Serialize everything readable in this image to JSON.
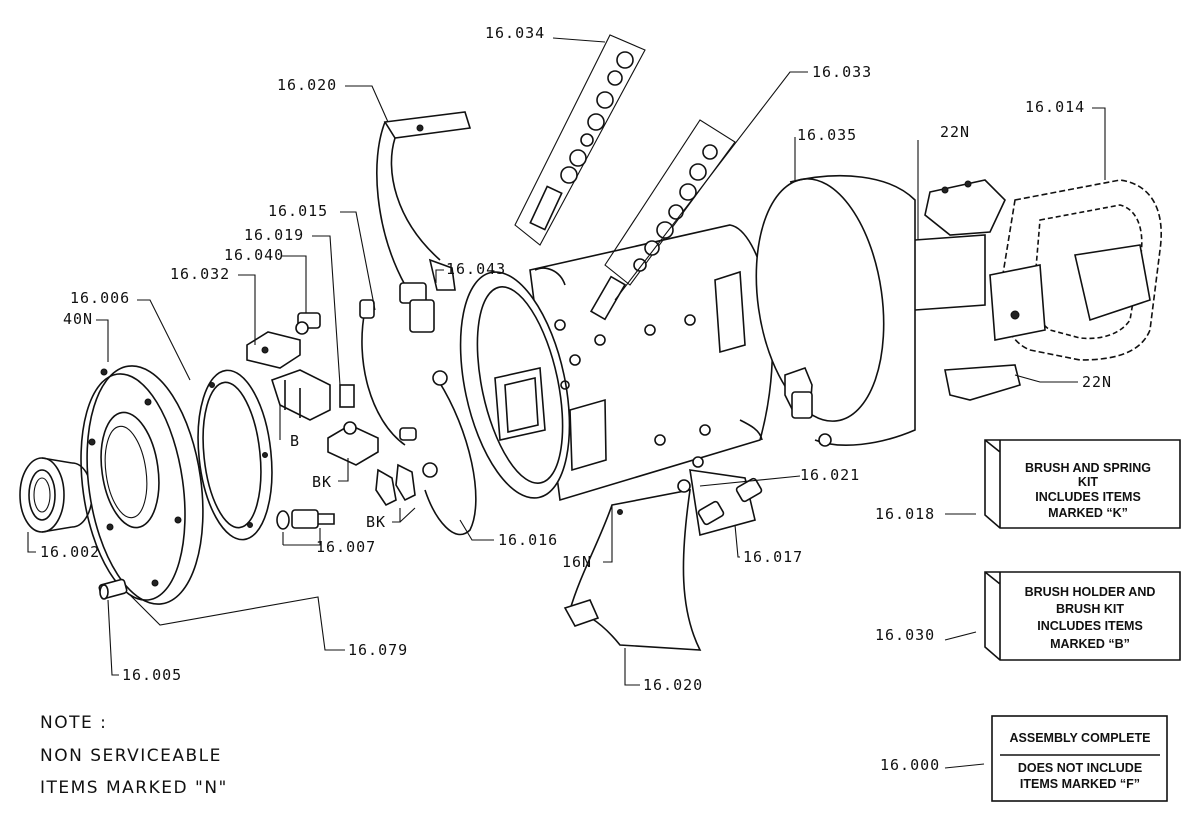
{
  "labels": {
    "p16034": "16.034",
    "p16033": "16.033",
    "p16020_top": "16.020",
    "p16035": "16.035",
    "p22n_top": "22N",
    "p16014": "16.014",
    "p16015": "16.015",
    "p16019": "16.019",
    "p16040": "16.040",
    "p16032": "16.032",
    "p16006": "16.006",
    "p40n": "40N",
    "p16043": "16.043",
    "p22n_bottom": "22N",
    "pB": "B",
    "pBK1": "BK",
    "pBK2": "BK",
    "p16021": "16.021",
    "p16018": "16.018",
    "p16002": "16.002",
    "p16007": "16.007",
    "p16016": "16.016",
    "p16n": "16N",
    "p16017": "16.017",
    "p16030": "16.030",
    "p16079": "16.079",
    "p16005": "16.005",
    "p16020_bottom": "16.020",
    "p16000": "16.000"
  },
  "kits": {
    "brush_spring": [
      "BRUSH AND SPRING",
      "KIT",
      "INCLUDES ITEMS",
      "MARKED “K”"
    ],
    "brush_holder": [
      "BRUSH HOLDER AND",
      "BRUSH KIT",
      "INCLUDES ITEMS",
      "MARKED “B”"
    ],
    "assembly": [
      "ASSEMBLY COMPLETE",
      "DOES NOT INCLUDE",
      "ITEMS MARKED “F”"
    ]
  },
  "note": {
    "title": "NOTE :",
    "line1": "NON SERVICEABLE",
    "line2": "ITEMS MARKED \"N\""
  }
}
